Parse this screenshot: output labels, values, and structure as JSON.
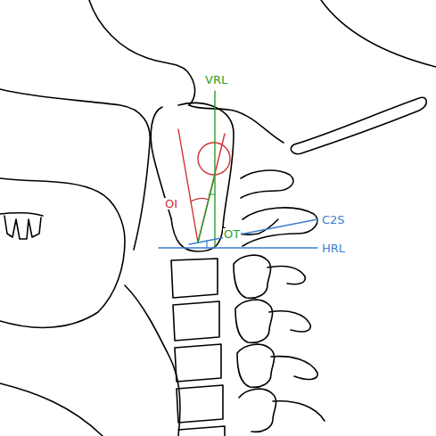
{
  "diagram": {
    "labels": [
      "VRL",
      "OI",
      "OT",
      "C2S",
      "HRL"
    ]
  }
}
